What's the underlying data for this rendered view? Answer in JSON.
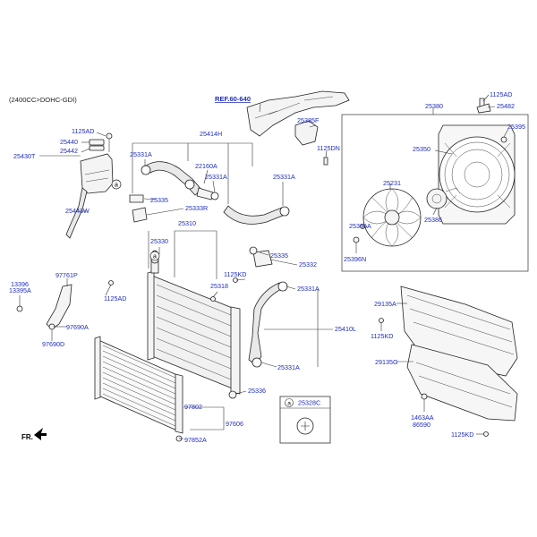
{
  "header": {
    "engine_label": "(2400CC>DOHC-GDI)",
    "ref_label": "REF.60-640"
  },
  "front_label": "FR.",
  "callout_box": {
    "marker": "a",
    "part_no": "25328C"
  },
  "markers": {
    "a": "a"
  },
  "labels": {
    "p1125AD_top": "1125AD",
    "p25482": "25482",
    "p25380": "25380",
    "p25385F": "25385F",
    "p25395_fan": "25395",
    "p1125DN": "1125DN",
    "p25350": "25350",
    "p25231": "25231",
    "p25386": "25386",
    "p25395A": "25395A",
    "p25396N": "25396N",
    "p1125AD_res": "1125AD",
    "p25440": "25440",
    "p25442": "25442",
    "p25430T": "25430T",
    "p25443W": "25443W",
    "p25414H": "25414H",
    "p25331A_1": "25331A",
    "p22160A": "22160A",
    "p25331A_2": "25331A",
    "p25331A_3": "25331A",
    "p25335_1": "25335",
    "p25333R": "25333R",
    "p25310": "25310",
    "p25330": "25330",
    "p25335_2": "25335",
    "p25332": "25332",
    "p1125KD_mid": "1125KD",
    "p25318": "25318",
    "p25331A_4": "25331A",
    "p25410L": "25410L",
    "p25331A_5": "25331A",
    "p25336": "25336",
    "p13396": "13396",
    "p13395A": "13395A",
    "p97761P": "97761P",
    "p1125AD_bkt": "1125AD",
    "p97690A": "97690A",
    "p97690D": "97690D",
    "p97802": "97802",
    "p97606": "97606",
    "p97852A": "97852A",
    "p29135A": "29135A",
    "p1125KD_guard": "1125KD",
    "p29135G": "29135G",
    "p1463AA": "1463AA",
    "p86590": "86590",
    "p1125KD_bot": "1125KD"
  }
}
